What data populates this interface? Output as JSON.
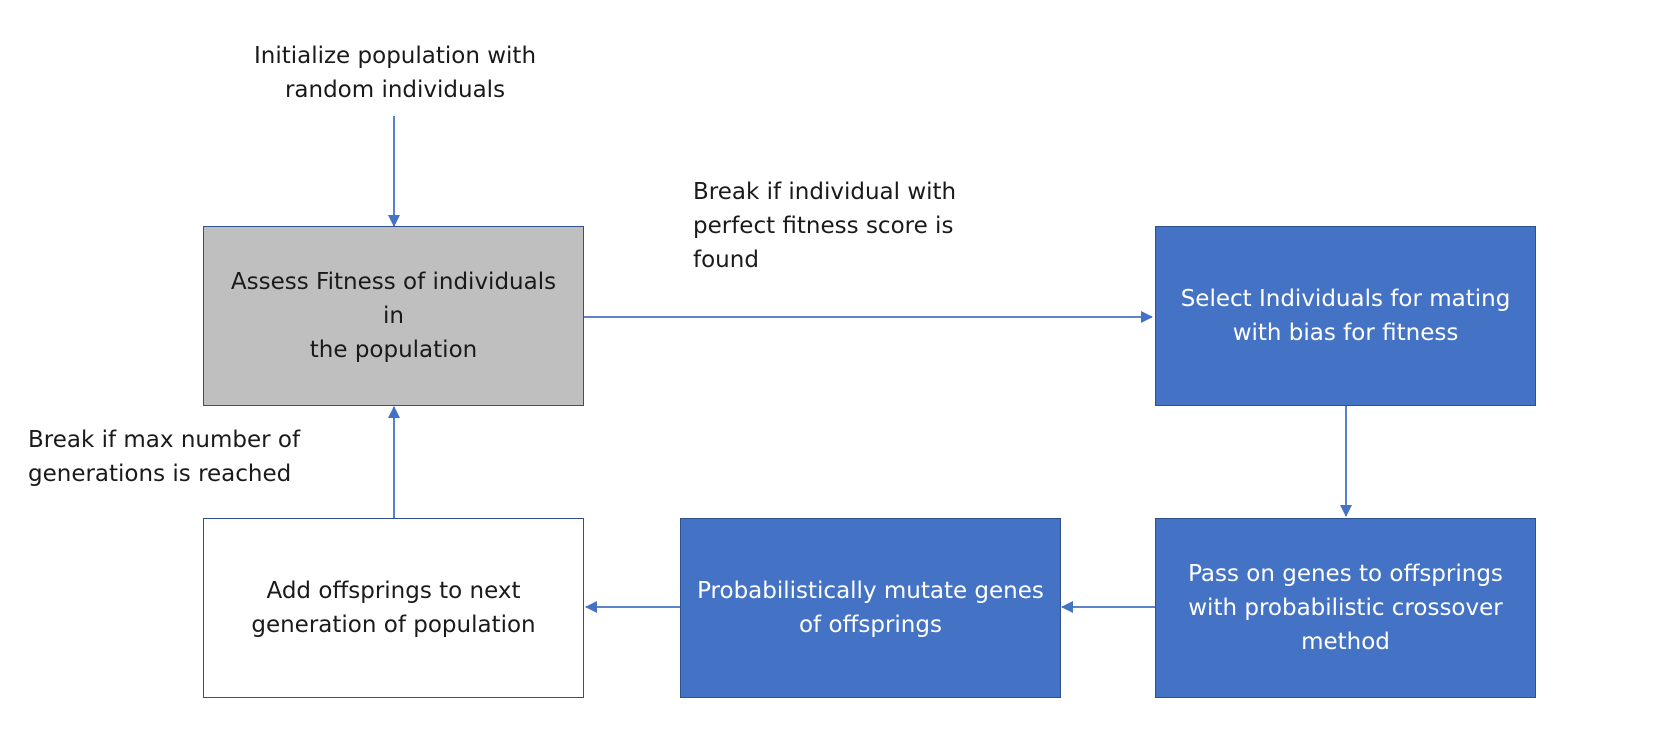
{
  "start_note": {
    "line1": "Initialize population with",
    "line2": "random individuals"
  },
  "break_fitness_note": {
    "line1": "Break if individual with",
    "line2": "perfect fitness score is",
    "line3": "found"
  },
  "break_generations_note": {
    "line1": "Break if max number of",
    "line2": "generations is reached"
  },
  "boxes": {
    "assess": {
      "line1": "Assess Fitness of individuals in",
      "line2": "the population"
    },
    "select": {
      "line1": "Select Individuals for mating",
      "line2": "with bias for fitness"
    },
    "crossover": {
      "line1": "Pass on genes to offsprings",
      "line2": "with probabilistic crossover",
      "line3": "method"
    },
    "mutate": {
      "line1": "Probabilistically mutate genes",
      "line2": "of offsprings"
    },
    "add": {
      "line1": "Add offsprings to next",
      "line2": "generation of population"
    }
  },
  "colors": {
    "blue_fill": "#4472c4",
    "gray_fill": "#bfbfbf",
    "border": "#2f528f",
    "arrow": "#4472c4"
  }
}
